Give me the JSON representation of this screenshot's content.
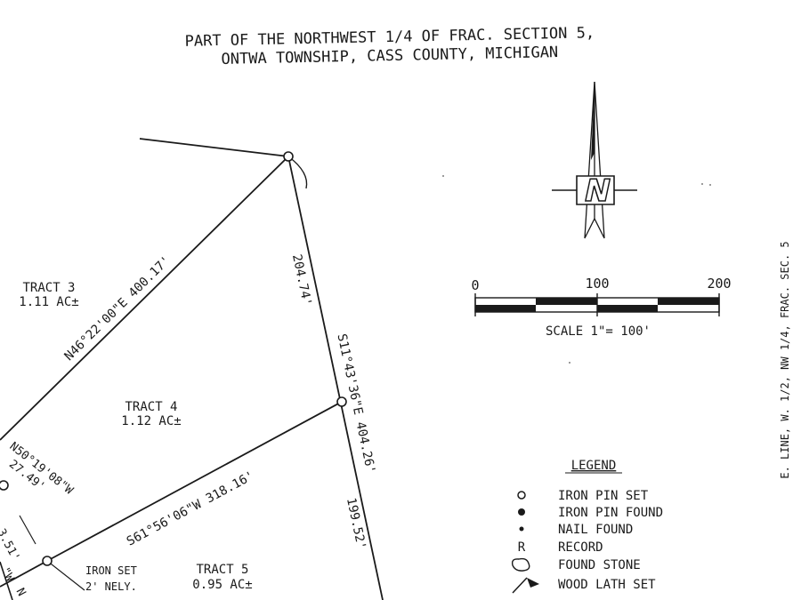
{
  "title": {
    "line1": "PART OF THE NORTHWEST 1/4 OF FRAC. SECTION 5,",
    "line2": "ONTWA TOWNSHIP, CASS COUNTY, MICHIGAN"
  },
  "tracts": [
    {
      "name": "TRACT 3",
      "area": "1.11 AC±"
    },
    {
      "name": "TRACT 4",
      "area": "1.12 AC±"
    },
    {
      "name": "TRACT 5",
      "area": "0.95 AC±"
    }
  ],
  "line_labels": {
    "nw_line": "N46°22'00\"E 400.17'",
    "east_upper": "204.74'",
    "east_bearing": "S11°43'36\"E 404.26'",
    "south_line": "S61°56'06\"W 318.16'",
    "east_lower": "199.52'",
    "west_short": "N50°19'08\"W",
    "west_short_dist": "27.49'",
    "edge_fragment_1": "3.51'",
    "edge_fragment_2": "\"W",
    "edge_fragment_3": "N"
  },
  "iron_note": {
    "line1": "IRON SET",
    "line2": "2' NELY."
  },
  "scale": {
    "tick_0": "0",
    "tick_100": "100",
    "tick_200": "200",
    "caption": "SCALE 1\"= 100'"
  },
  "north_arrow": {
    "letter": "N"
  },
  "legend": {
    "title": "LEGEND",
    "items": [
      {
        "symbol": "iron-pin-set-icon",
        "label": "IRON PIN SET"
      },
      {
        "symbol": "iron-pin-found-icon",
        "label": "IRON PIN FOUND"
      },
      {
        "symbol": "nail-found-icon",
        "label": "NAIL FOUND"
      },
      {
        "symbol": "R",
        "label": "RECORD"
      },
      {
        "symbol": "found-stone-icon",
        "label": "FOUND STONE"
      },
      {
        "symbol": "wood-lath-icon",
        "label": "WOOD LATH SET"
      }
    ]
  },
  "side_note": "E. LINE, W. 1/2, NW 1/4, FRAC. SEC. 5"
}
